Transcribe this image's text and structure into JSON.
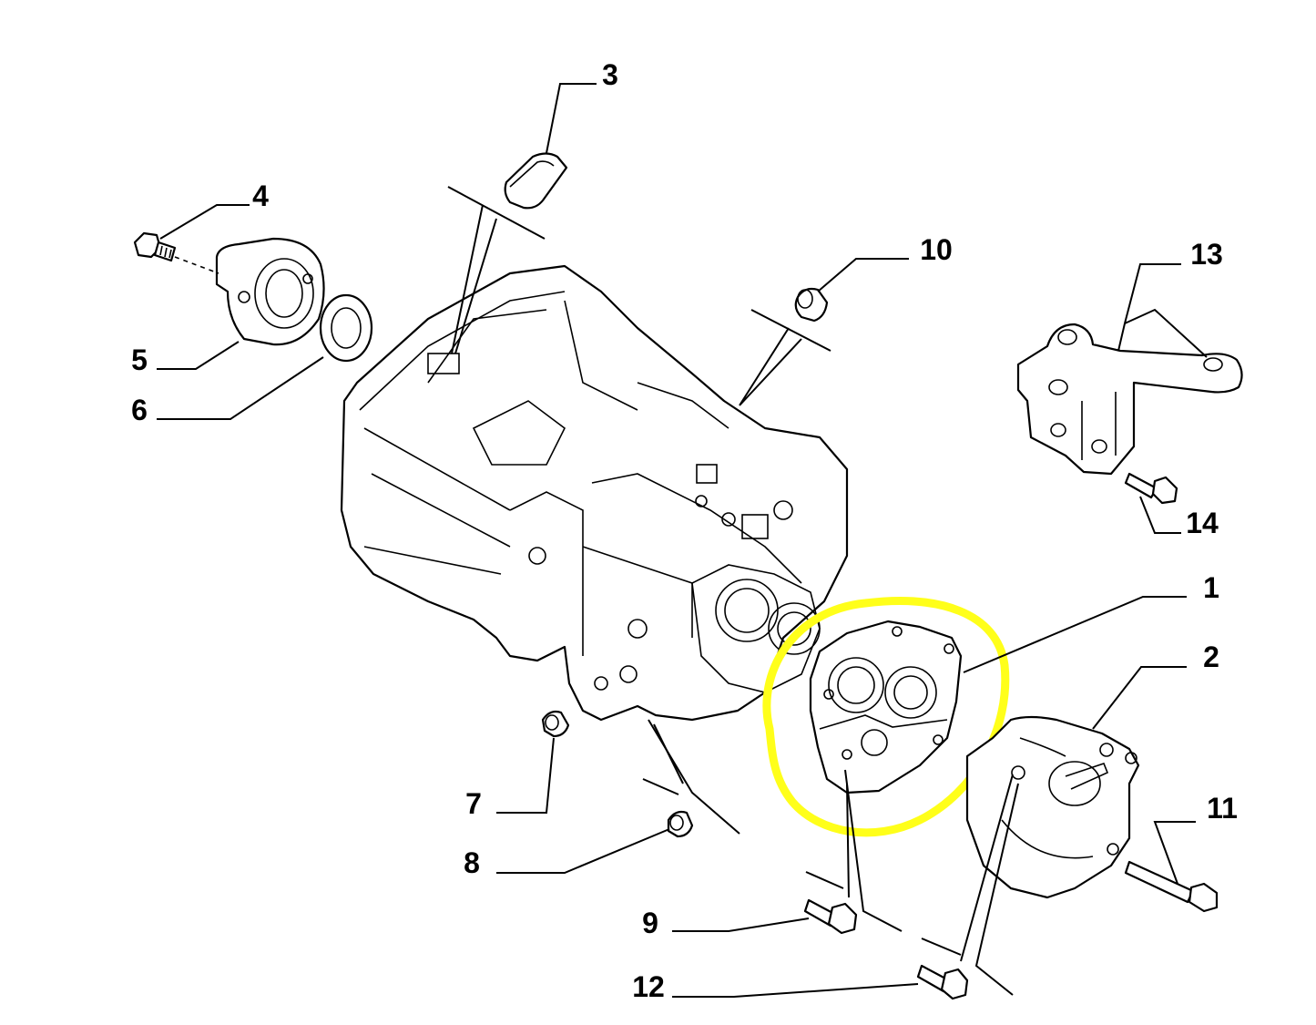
{
  "callouts": [
    {
      "id": "1",
      "label": "1"
    },
    {
      "id": "2",
      "label": "2"
    },
    {
      "id": "3",
      "label": "3"
    },
    {
      "id": "4",
      "label": "4"
    },
    {
      "id": "5",
      "label": "5"
    },
    {
      "id": "6",
      "label": "6"
    },
    {
      "id": "7",
      "label": "7"
    },
    {
      "id": "8",
      "label": "8"
    },
    {
      "id": "9",
      "label": "9"
    },
    {
      "id": "10",
      "label": "10"
    },
    {
      "id": "11",
      "label": "11"
    },
    {
      "id": "12",
      "label": "12"
    },
    {
      "id": "13",
      "label": "13"
    },
    {
      "id": "14",
      "label": "14"
    }
  ],
  "highlight": {
    "target_part": "1",
    "color": "#ffff1a"
  }
}
